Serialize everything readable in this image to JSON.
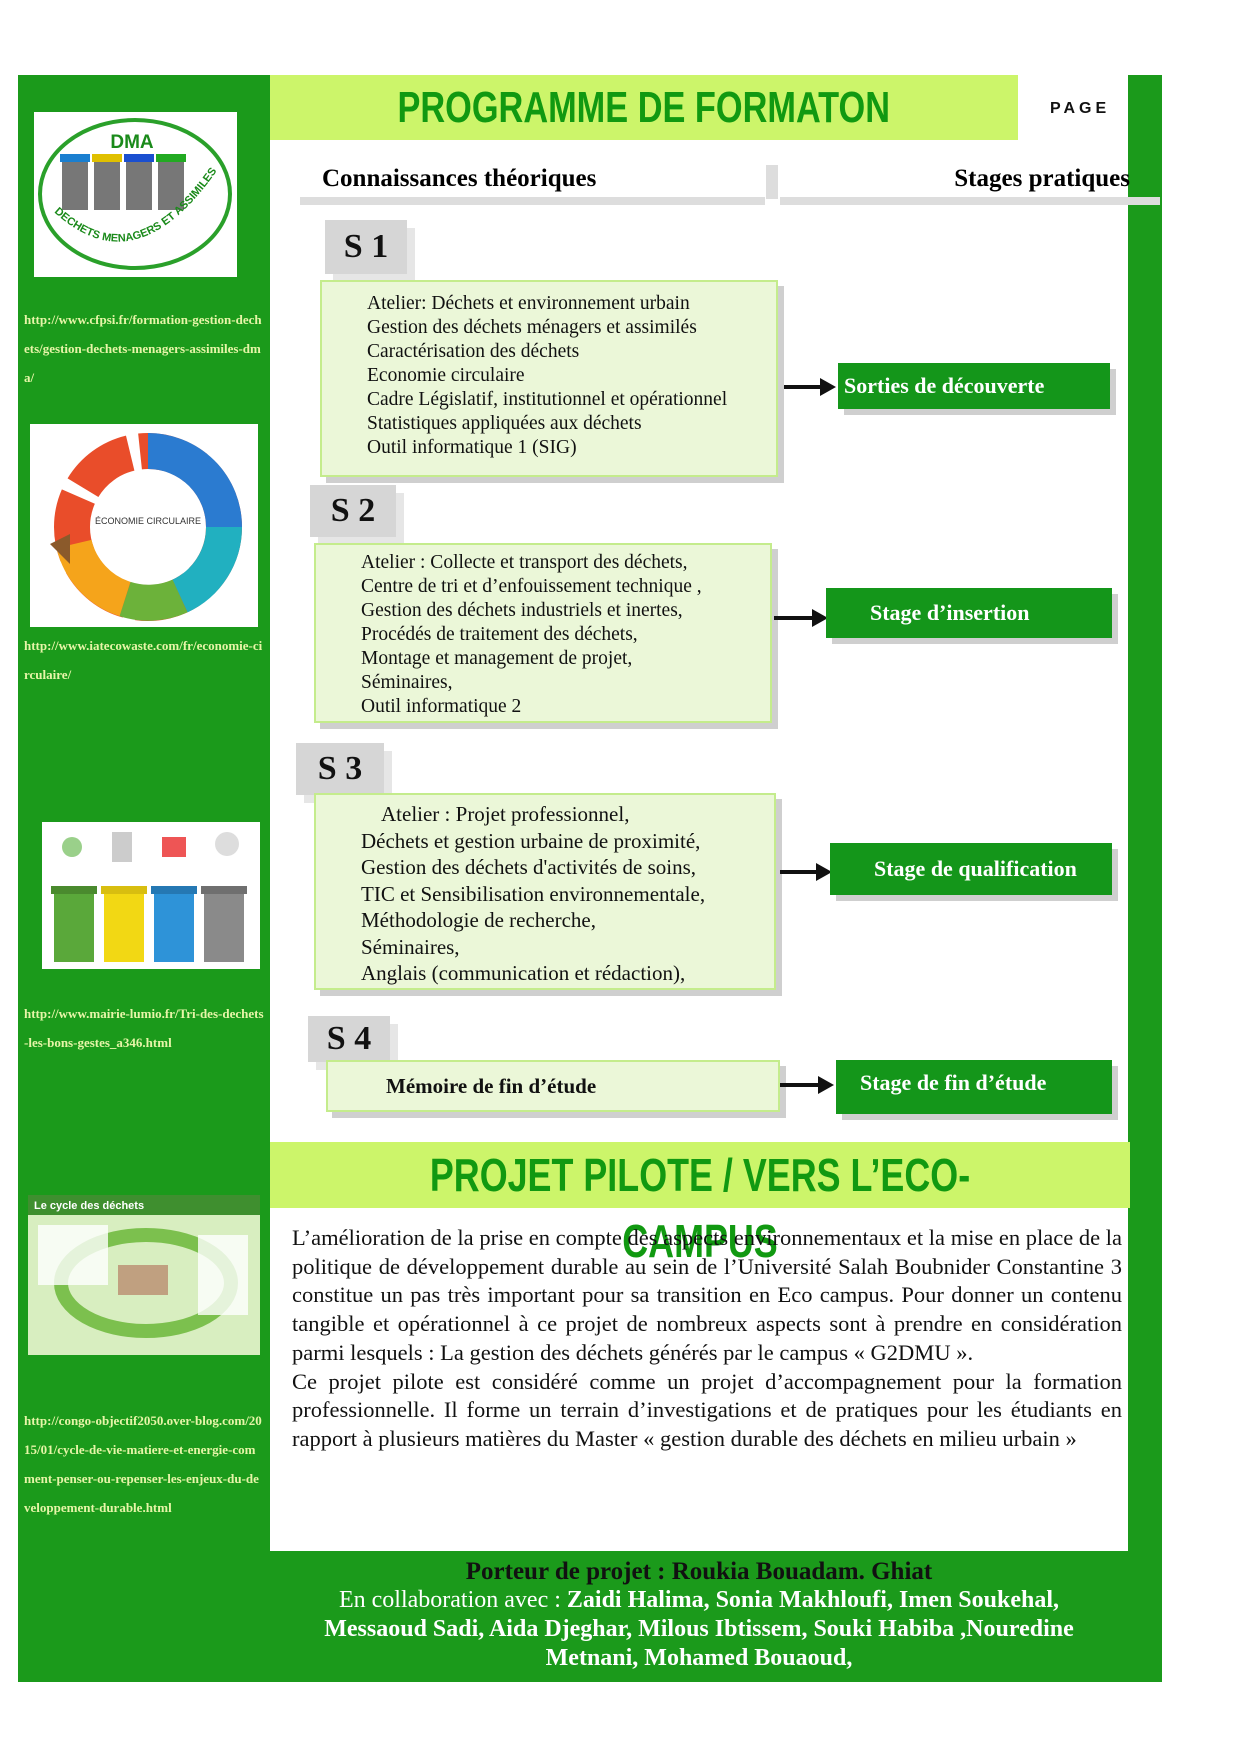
{
  "header": {
    "title": "PROGRAMME DE FORMATON",
    "page_label": "PAGE"
  },
  "columns": {
    "left": "Connaissances théoriques",
    "right": "Stages pratiques"
  },
  "sidebar": {
    "images": [
      {
        "icon": "dma-logo",
        "logo_text": "DMA",
        "logo_subtext": "DECHETS MENAGERS ET ASSIMILES"
      },
      {
        "icon": "circular-economy-diagram",
        "center_text": "ÉCONOMIE CIRCULAIRE"
      },
      {
        "icon": "sorting-bins-illustration"
      },
      {
        "icon": "waste-cycle-poster",
        "poster_title": "Le cycle des déchets"
      }
    ],
    "links": [
      "http://www.cfpsi.fr/formation-gestion-dechets/gestion-dechets-menagers-assimiles-dma/",
      "http://www.iatecowaste.com/fr/economie-circulaire/",
      "http://www.mairie-lumio.fr/Tri-des-dechets-les-bons-gestes_a346.html",
      "http://congo-objectif2050.over-blog.com/2015/01/cycle-de-vie-matiere-et-energie-comment-penser-ou-repenser-les-enjeux-du-developpement-durable.html"
    ]
  },
  "semesters": [
    {
      "label": "S 1",
      "courses": [
        "Atelier: Déchets et environnement urbain",
        "Gestion des déchets ménagers et assimilés",
        "Caractérisation des déchets",
        "Economie circulaire",
        "Cadre Législatif, institutionnel et opérationnel",
        "Statistiques appliquées aux déchets",
        "Outil informatique 1 (SIG)"
      ],
      "stage": "Sorties de découverte"
    },
    {
      "label": "S 2",
      "courses": [
        "Atelier : Collecte et transport des déchets,",
        "Centre de tri  et d’enfouissement technique ,",
        "Gestion des déchets industriels et inertes,",
        "Procédés de traitement des déchets,",
        "Montage et management de projet,",
        "Séminaires,",
        "Outil informatique 2"
      ],
      "stage": "Stage  d’insertion"
    },
    {
      "label": "S 3",
      "courses": [
        "Atelier : Projet professionnel,",
        "Déchets et gestion urbaine de proximité,",
        "Gestion des déchets d'activités de soins,",
        "TIC et Sensibilisation environnementale,",
        "Méthodologie de recherche,",
        "Séminaires,",
        "Anglais (communication et rédaction),"
      ],
      "stage": "Stage de qualification"
    },
    {
      "label": "S 4",
      "courses": [
        "Mémoire de fin d’étude"
      ],
      "stage": "Stage de fin d’étude"
    }
  ],
  "project": {
    "title": "PROJET PILOTE / VERS L’ECO-CAMPUS",
    "paragraph1": "L’amélioration de la prise en compte des aspects environnementaux et la mise en place de la politique de développement durable au sein de l’Université Salah Boubnider Constantine 3 constitue un pas très important pour sa transition en Eco campus. Pour donner un contenu tangible et opérationnel à ce projet de nombreux aspects sont à prendre en considération parmi lesquels : La gestion des déchets générés par le campus « G2DMU ».",
    "paragraph2": "Ce projet pilote est considéré comme un projet d’accompagnement pour la formation professionnelle. Il  forme un terrain d’investigations et de pratiques pour les étudiants en rapport à plusieurs matières du  Master « gestion durable des déchets en milieu urbain »"
  },
  "footer": {
    "porteur": "Porteur de projet : Roukia Bouadam. Ghiat",
    "collab_prefix": "En collaboration avec : ",
    "collaborators": "Zaidi Halima, Sonia Makhloufi, Imen Soukehal, Messaoud Sadi, Aida Djeghar, Milous Ibtissem, Souki Habiba ,Nouredine Metnani, Mohamed Bouaoud,"
  },
  "colors": {
    "green": "#1b9a1b",
    "lime": "#ccf56a",
    "course_bg": "#ebf7d8",
    "link": "#e7f5a8"
  }
}
